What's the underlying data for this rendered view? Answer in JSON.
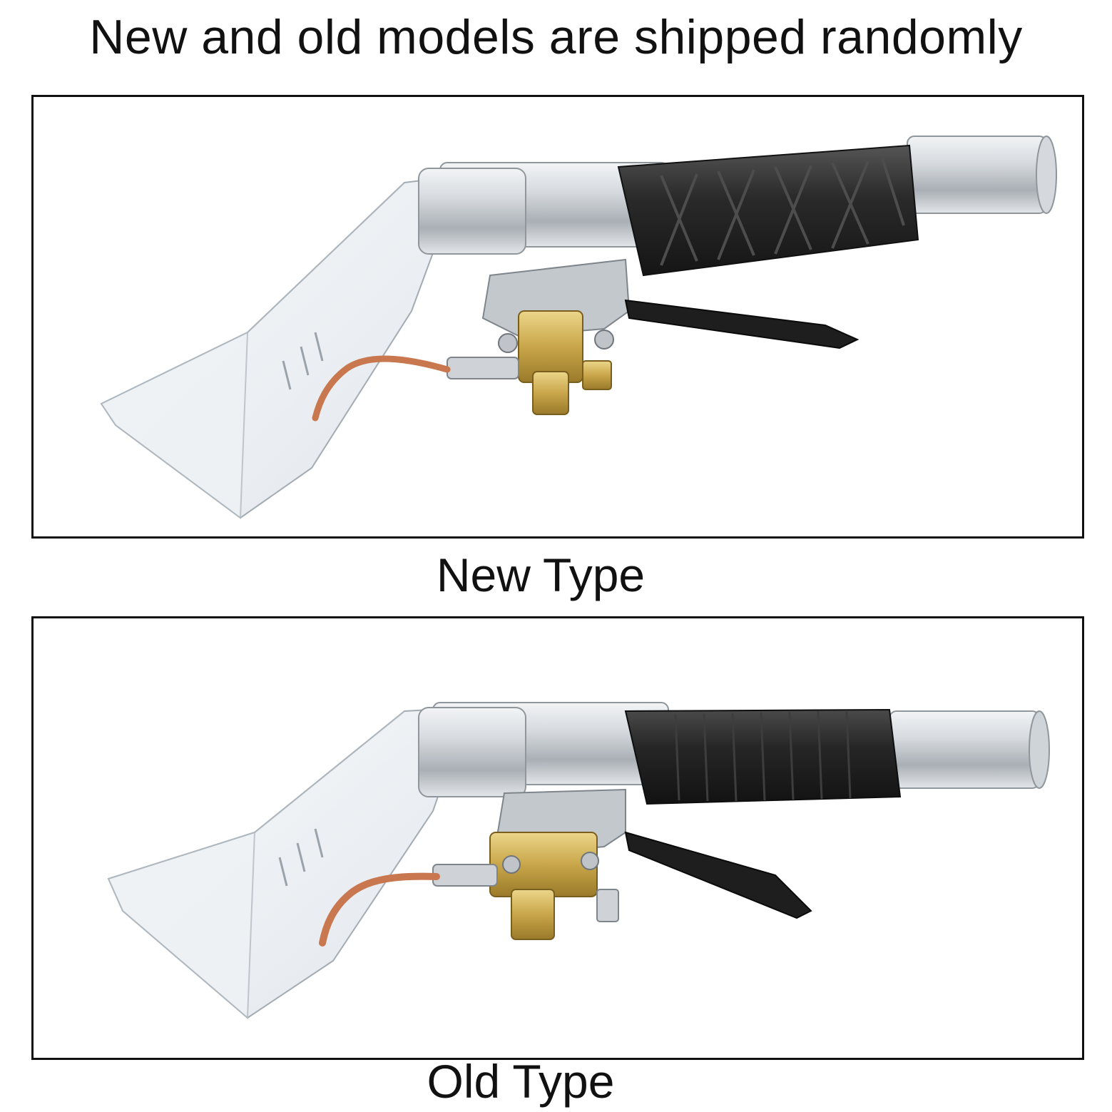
{
  "header": {
    "headline": "New and old models are shipped randomly"
  },
  "panels": [
    {
      "caption": "New Type",
      "image": "carpet-cleaning-wand-new-type"
    },
    {
      "caption": "Old Type",
      "image": "carpet-cleaning-wand-old-type"
    }
  ],
  "colors": {
    "frame_border": "#111111",
    "steel": "#c7ccd1",
    "rubber_grip": "#2b2b2b",
    "brass": "#c9a64a",
    "copper_tube": "#c9774f",
    "clear_nozzle": "#e9eef2"
  }
}
